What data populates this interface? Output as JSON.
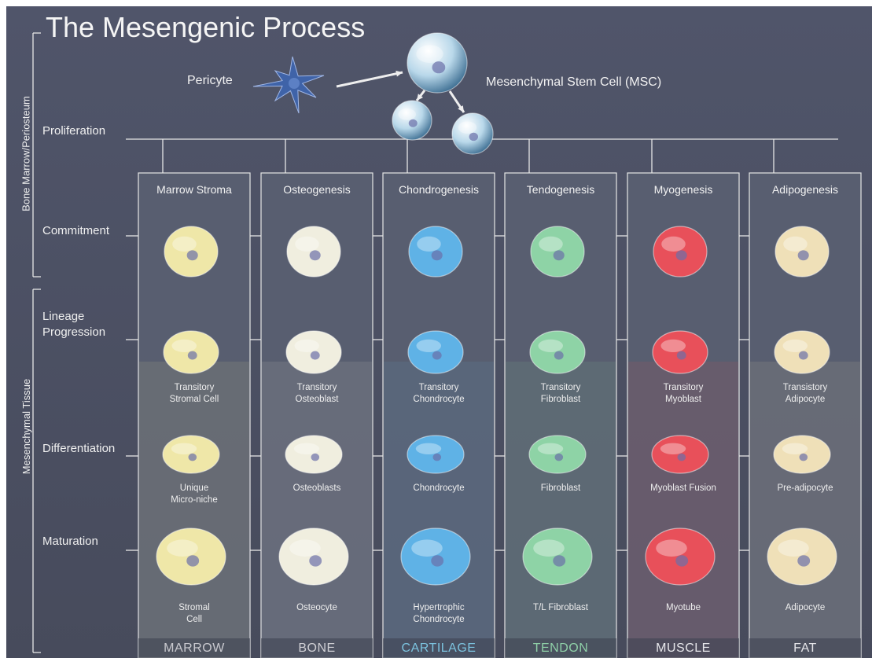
{
  "title": "The Mesengenic Process",
  "top": {
    "pericyte": "Pericyte",
    "msc": "Mesenchymal Stem Cell (MSC)"
  },
  "side_labels": {
    "bone_marrow": "Bone Marrow/Periosteum",
    "mesenchymal": "Mesenchymal Tissue"
  },
  "stages": {
    "proliferation": "Proliferation",
    "commitment": "Commitment",
    "lineage_1": "Lineage",
    "lineage_2": "Progression",
    "differentiation": "Differentiation",
    "maturation": "Maturation"
  },
  "columns": [
    {
      "header": "Marrow Stroma",
      "transitory": [
        "Transitory",
        "Stromal Cell"
      ],
      "differentiation": [
        "Unique",
        "Micro-niche"
      ],
      "maturation": [
        "Stromal",
        "Cell"
      ],
      "tissue": "MARROW",
      "tissue_color": "#c9c9cf",
      "cell_color": "#efe7a8"
    },
    {
      "header": "Osteogenesis",
      "transitory": [
        "Transitory",
        "Osteoblast"
      ],
      "differentiation": [
        "Osteoblasts"
      ],
      "maturation": [
        "Osteocyte"
      ],
      "tissue": "BONE",
      "tissue_color": "#cfcfd4",
      "cell_color": "#f0eedf"
    },
    {
      "header": "Chondrogenesis",
      "transitory": [
        "Transitory",
        "Chondrocyte"
      ],
      "differentiation": [
        "Chondrocyte"
      ],
      "maturation": [
        "Hypertrophic",
        "Chondrocyte"
      ],
      "tissue": "CARTILAGE",
      "tissue_color": "#7cc3df",
      "cell_color": "#5fb2e6"
    },
    {
      "header": "Tendogenesis",
      "transitory": [
        "Transitory",
        "Fibroblast"
      ],
      "differentiation": [
        "Fibroblast"
      ],
      "maturation": [
        "T/L Fibroblast"
      ],
      "tissue": "TENDON",
      "tissue_color": "#8fd0a8",
      "cell_color": "#8ed3a6"
    },
    {
      "header": "Myogenesis",
      "transitory": [
        "Transitory",
        "Myoblast"
      ],
      "differentiation": [
        "Myoblast Fusion"
      ],
      "maturation": [
        "Myotube"
      ],
      "tissue": "MUSCLE",
      "tissue_color": "#e6e6ea",
      "cell_color": "#e8505a"
    },
    {
      "header": "Adipogenesis",
      "transitory": [
        "Transistory",
        "Adipocyte"
      ],
      "differentiation": [
        "Pre-adipocyte"
      ],
      "maturation": [
        "Adipocyte"
      ],
      "tissue": "FAT",
      "tissue_color": "#e6e6ea",
      "cell_color": "#efe0b8"
    }
  ],
  "colors": {
    "background": "#4c5163",
    "lines": "#e6e6e6",
    "column_fill": "#5b6072"
  }
}
